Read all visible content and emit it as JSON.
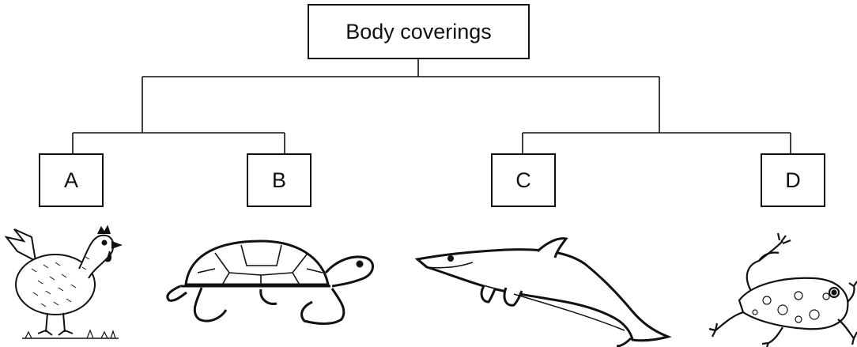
{
  "title": "Body coverings",
  "groups": [
    {
      "label": "A",
      "animal": "hen-icon"
    },
    {
      "label": "B",
      "animal": "turtle-icon"
    },
    {
      "label": "C",
      "animal": "dolphin-icon"
    },
    {
      "label": "D",
      "animal": "frog-icon"
    }
  ],
  "colors": {
    "ink": "#111111",
    "background": "#ffffff"
  }
}
